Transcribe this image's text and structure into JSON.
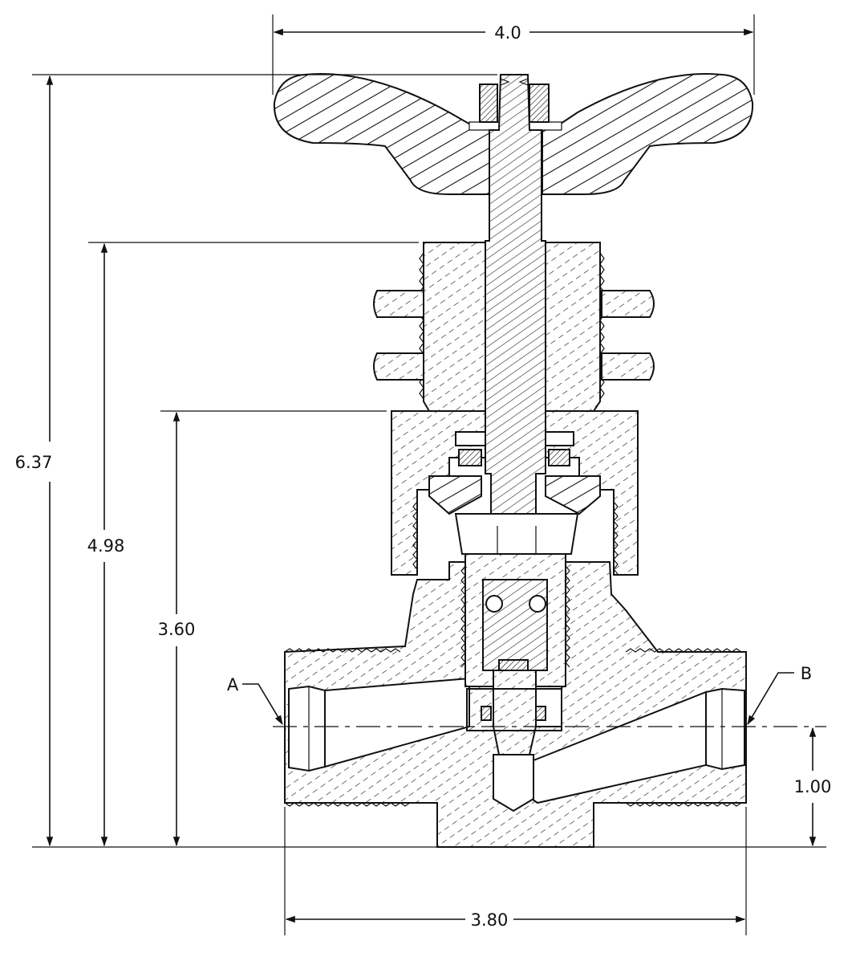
{
  "dimensions": {
    "handwheel_width": "4.0",
    "overall_height": "6.37",
    "bonnet_height": "4.98",
    "body_height": "3.60",
    "port_centerline_height": "1.00",
    "body_length": "3.80"
  },
  "ports": {
    "inlet_label": "A",
    "outlet_label": "B"
  }
}
